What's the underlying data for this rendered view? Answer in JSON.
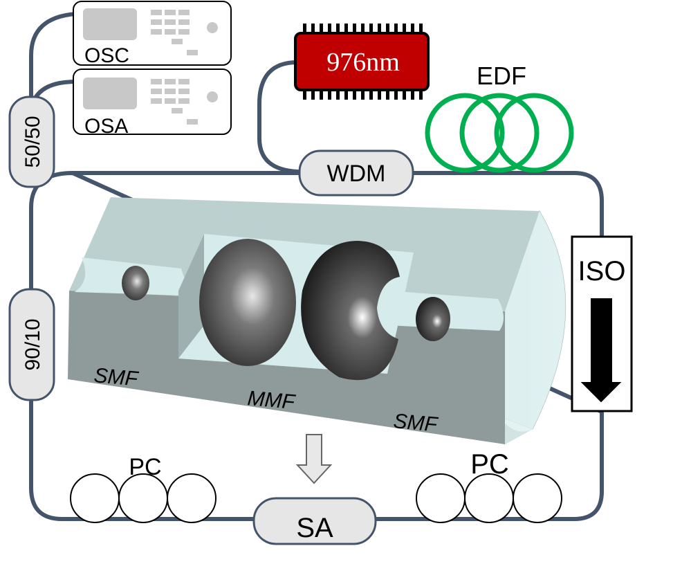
{
  "labels": {
    "osc": "OSC",
    "osa": "OSA",
    "coupler_top": "50/50",
    "coupler_side": "90/10",
    "pump": "976nm",
    "edf": "EDF",
    "wdm": "WDM",
    "iso": "ISO",
    "smf_left": "SMF",
    "mmf": "MMF",
    "smf_right": "SMF",
    "pc_left": "PC",
    "pc_right": "PC",
    "sa": "SA"
  },
  "colors": {
    "fiber": "#44546a",
    "component_fill": "#e6e6e6",
    "pump_fill": "#c00000",
    "edf_ring": "#00b050",
    "block_top": "#bcd0d0",
    "block_front": "#8f9b9b",
    "groove": "#d6ecec",
    "arrow_fill": "#000000"
  },
  "icons": {
    "instrument": "instrument-panel-icon",
    "pump": "laser-chip-icon",
    "edf": "fiber-coil-icon",
    "iso_arrow": "arrow-down-icon",
    "sa_arrow": "hollow-arrow-down-icon",
    "pc": "polarization-paddle-icon"
  }
}
